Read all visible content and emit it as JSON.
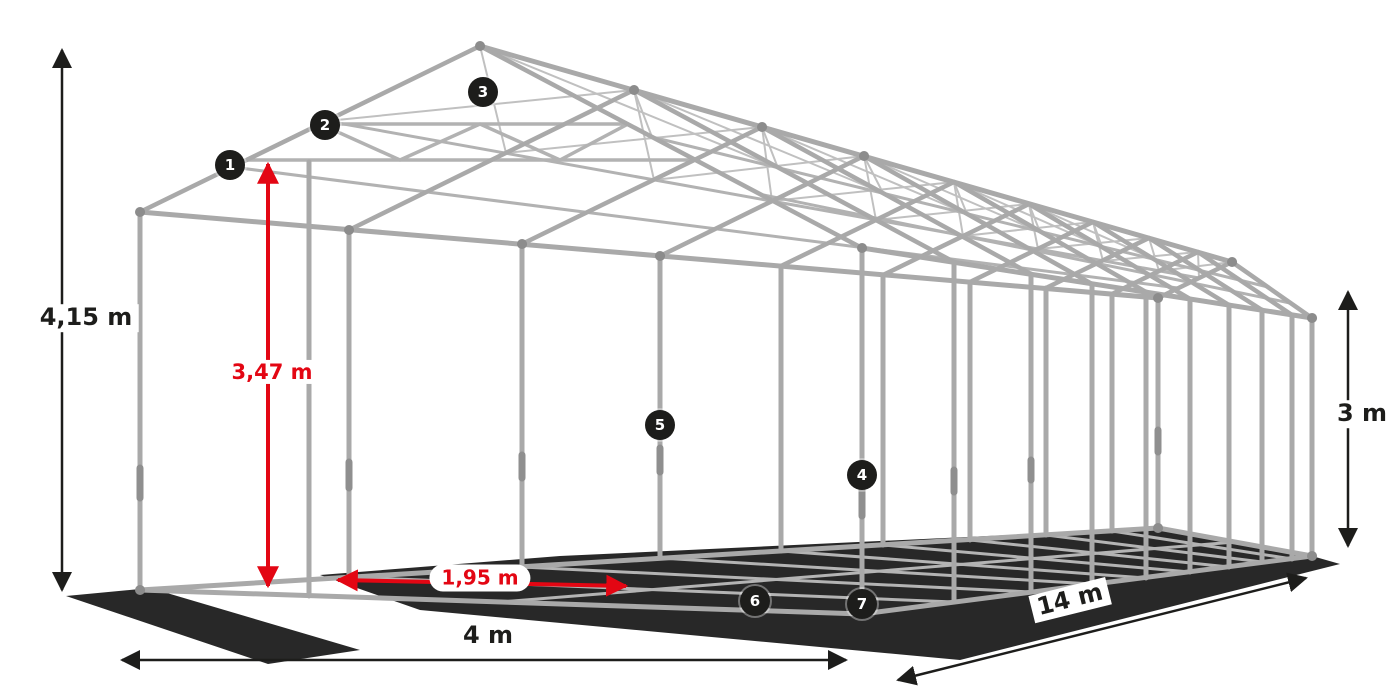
{
  "diagram": {
    "dimensions": {
      "total_height": "4,15 m",
      "clearance_height": "3,47 m",
      "side_height": "3 m",
      "width": "4 m",
      "length": "14 m",
      "pole_spacing": "1,95 m"
    },
    "markers": [
      {
        "label": "1"
      },
      {
        "label": "2"
      },
      {
        "label": "3"
      },
      {
        "label": "4"
      },
      {
        "label": "5"
      },
      {
        "label": "6"
      },
      {
        "label": "7"
      }
    ],
    "colors": {
      "dimension_red": "#e30613",
      "dimension_black": "#1d1d1b",
      "marker_background": "#1d1d1b",
      "marker_text": "#ffffff",
      "frame_tube": "#a9a9a9",
      "shadow": "#111111",
      "background": "#ffffff"
    }
  }
}
